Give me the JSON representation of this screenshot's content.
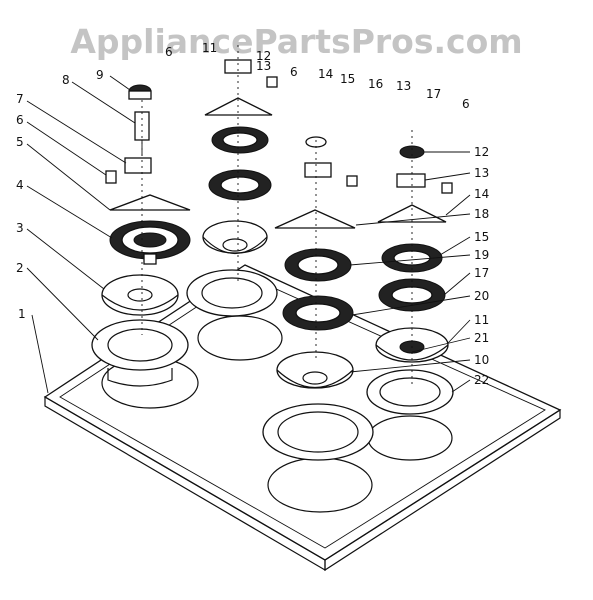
{
  "watermark": "AppliancePartsPros.com",
  "callouts": [
    "1",
    "2",
    "3",
    "4",
    "5",
    "6",
    "7",
    "8",
    "9",
    "6",
    "11",
    "12",
    "13",
    "6",
    "14",
    "15",
    "16",
    "13",
    "17",
    "6",
    "12",
    "13",
    "14",
    "18",
    "15",
    "19",
    "17",
    "20",
    "11",
    "21",
    "10",
    "22"
  ]
}
